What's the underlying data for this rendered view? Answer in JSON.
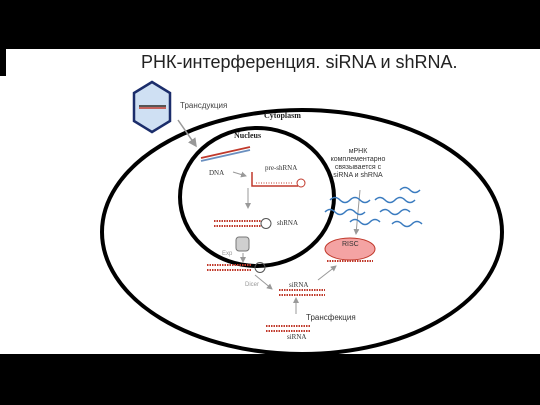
{
  "title": "РНК-интерференция. siRNA и shRNA.",
  "diagram": {
    "transduction": "Трансдукция",
    "cytoplasm": "Cytoplasm",
    "nucleus": "Nucleus",
    "dna": "DNA",
    "pre_shrna": "pre-shRNA",
    "shrna": "shRNA",
    "exp": "Exp",
    "dicer": "Dicer",
    "sirna_1": "siRNA",
    "sirna_2": "siRNA",
    "risc": "RISC",
    "mrna_note": "мРНК комплементарно связывается с siRNA и shRNA",
    "transfection": "Трансфекция"
  }
}
